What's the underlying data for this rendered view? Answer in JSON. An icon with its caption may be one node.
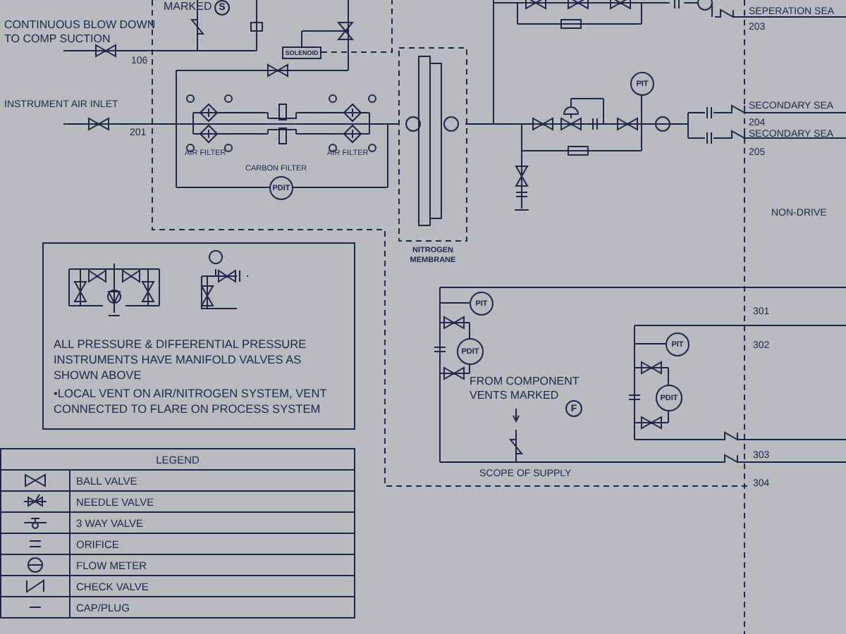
{
  "diagram": {
    "nodes": [
      {
        "text": [
          "S"
        ]
      },
      {
        "text": [
          "SOLENOID"
        ]
      },
      {
        "text": [
          "PDIT"
        ]
      },
      {
        "text": [
          "NITROGEN MEMBRANE"
        ]
      },
      {
        "text": [
          "PIT"
        ]
      },
      {
        "text": [
          "ALL PRESSURE & DIFFERENTIAL PRESSURE INSTRUMENTS HAVE MANIFOLD VALVES AS SHOWN ABOVE",
          "•LOCAL VENT ON AIR/NITROGEN SYSTEM, VENT CONNECTED TO FLARE ON PROCESS SYSTEM"
        ]
      },
      {
        "text": [
          "PIT"
        ]
      },
      {
        "text": [
          "PDIT"
        ]
      },
      {
        "text": [
          "F"
        ]
      },
      {
        "text": [
          "PIT"
        ]
      },
      {
        "text": [
          "PDIT"
        ]
      }
    ],
    "labels": [
      "MARKED",
      "CONTINUOUS BLOW DOWN TO COMP SUCTION",
      "106",
      "INSTRUMENT AIR INLET",
      "201",
      "AIR FILTER",
      "CARBON FILTER",
      "AIR FILTER",
      "SEPERATION SEA",
      "203",
      "SECONDARY SEA",
      "204",
      "SECONDARY SEA",
      "205",
      "NON-DRIVE",
      "301",
      "302",
      "FROM COMPONENT VENTS MARKED",
      "303",
      "304",
      "SCOPE OF SUPPLY",
      "LEGEND"
    ],
    "legend": [
      {
        "text": "BALL VALVE"
      },
      {
        "text": "NEEDLE VALVE"
      },
      {
        "text": "3 WAY VALVE"
      },
      {
        "text": "ORIFICE"
      },
      {
        "text": "FLOW METER"
      },
      {
        "text": "CHECK VALVE"
      },
      {
        "text": "CAP/PLUG"
      }
    ]
  }
}
